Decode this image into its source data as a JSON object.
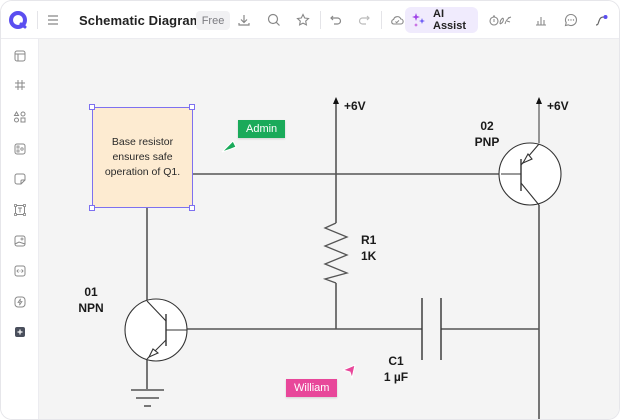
{
  "header": {
    "title": "Schematic Diagram",
    "plan_badge": "Free",
    "ai_assist_label": "AI Assist",
    "icons": [
      "logo-icon",
      "menu-icon",
      "download-icon",
      "search-icon",
      "star-icon",
      "undo-icon",
      "redo-icon",
      "cloud-sync-icon",
      "sparkle-icon",
      "plugins-icon",
      "chart-icon",
      "comment-icon",
      "connector-icon"
    ]
  },
  "sidebar": {
    "items": [
      {
        "name": "layout-icon"
      },
      {
        "name": "grid-icon"
      },
      {
        "name": "shapes-icon"
      },
      {
        "name": "components-icon"
      },
      {
        "name": "sticky-note-icon"
      },
      {
        "name": "text-icon"
      },
      {
        "name": "image-icon"
      },
      {
        "name": "embed-icon"
      },
      {
        "name": "plugin-icon"
      },
      {
        "name": "add-icon"
      }
    ]
  },
  "canvas": {
    "note_text": "Base resistor ensures safe operation of Q1.",
    "labels": {
      "vcc_left": "+6V",
      "vcc_right": "+6V",
      "q2_id": "02",
      "q2_type": "PNP",
      "q1_id": "01",
      "q1_type": "NPN",
      "r1_name": "R1",
      "r1_value": "1K",
      "c1_name": "C1",
      "c1_value": "1 µF",
      "ground_symbol": "—"
    },
    "collaborators": [
      {
        "name": "Admin",
        "color": "#1aaa5a"
      },
      {
        "name": "William",
        "color": "#e8479a"
      }
    ]
  },
  "colors": {
    "accent": "#5b4ef0",
    "note_fill": "#fdebd1",
    "selection": "#7d70f0",
    "ai_pill": "#f0ebfd",
    "wire": "#555555"
  }
}
